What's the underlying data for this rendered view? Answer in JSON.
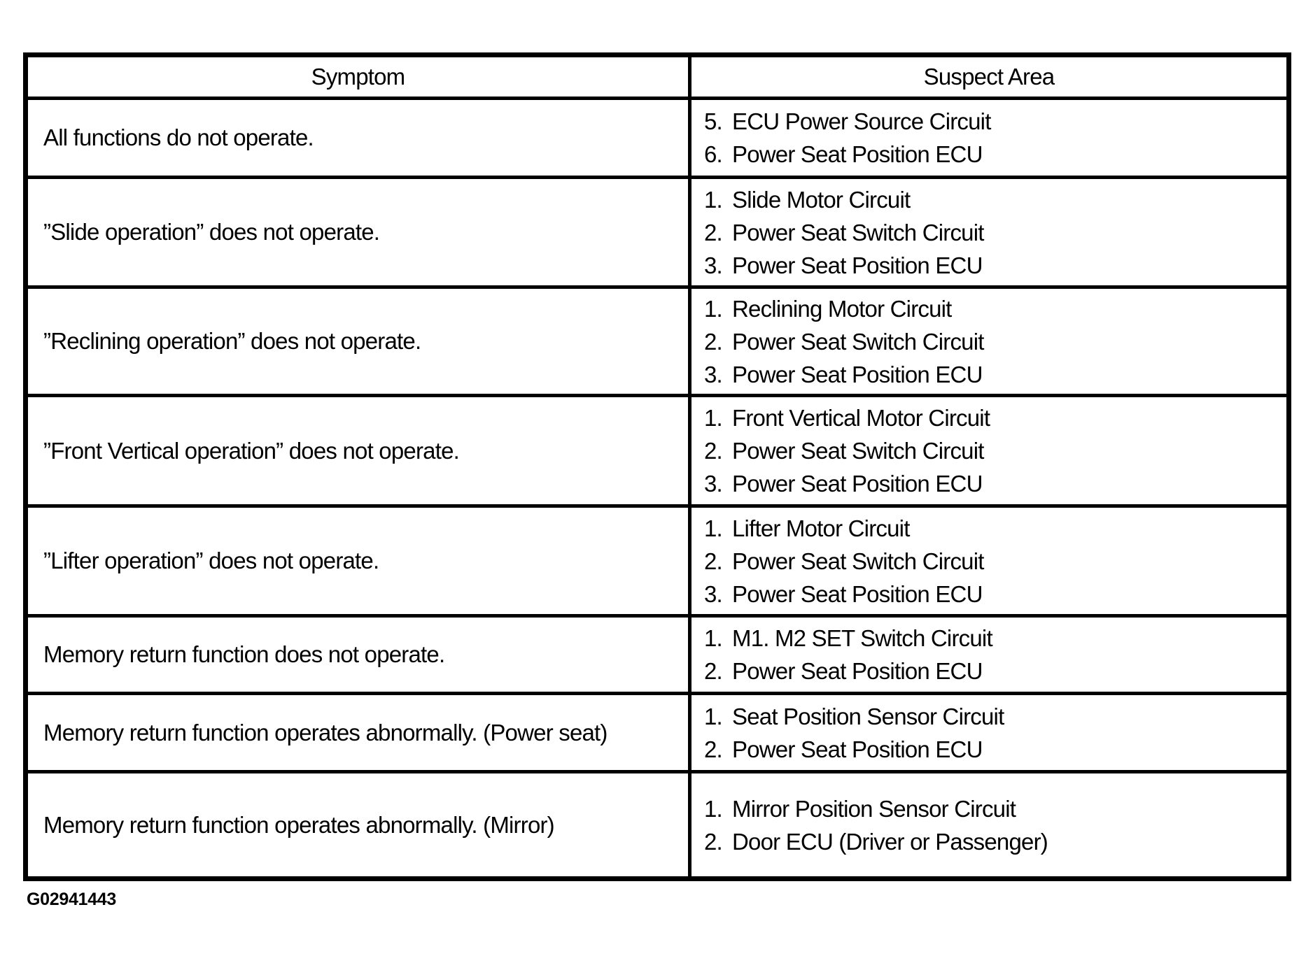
{
  "table": {
    "headers": {
      "symptom": "Symptom",
      "suspect_area": "Suspect Area"
    },
    "rows": [
      {
        "symptom": "All functions do not operate.",
        "suspects": [
          {
            "num": "5.",
            "label": "ECU Power Source Circuit"
          },
          {
            "num": "6.",
            "label": "Power Seat Position ECU"
          }
        ]
      },
      {
        "symptom": "”Slide operation” does not operate.",
        "suspects": [
          {
            "num": "1.",
            "label": "Slide Motor Circuit"
          },
          {
            "num": "2.",
            "label": "Power Seat Switch Circuit"
          },
          {
            "num": "3.",
            "label": "Power Seat Position ECU"
          }
        ]
      },
      {
        "symptom": "”Reclining operation” does not operate.",
        "suspects": [
          {
            "num": "1.",
            "label": "Reclining Motor Circuit"
          },
          {
            "num": "2.",
            "label": "Power Seat Switch Circuit"
          },
          {
            "num": "3.",
            "label": "Power Seat Position ECU"
          }
        ]
      },
      {
        "symptom": "”Front Vertical operation” does not operate.",
        "suspects": [
          {
            "num": "1.",
            "label": "Front Vertical Motor Circuit"
          },
          {
            "num": "2.",
            "label": "Power Seat Switch Circuit"
          },
          {
            "num": "3.",
            "label": "Power Seat Position ECU"
          }
        ]
      },
      {
        "symptom": "”Lifter operation” does not operate.",
        "suspects": [
          {
            "num": "1.",
            "label": "Lifter Motor Circuit"
          },
          {
            "num": "2.",
            "label": "Power Seat Switch Circuit"
          },
          {
            "num": "3.",
            "label": "Power Seat Position ECU"
          }
        ]
      },
      {
        "symptom": "Memory return function does not operate.",
        "suspects": [
          {
            "num": "1.",
            "label": "M1. M2 SET Switch Circuit"
          },
          {
            "num": "2.",
            "label": "Power Seat Position ECU"
          }
        ]
      },
      {
        "symptom": "Memory return function operates abnormally. (Power seat)",
        "suspects": [
          {
            "num": "1.",
            "label": "Seat Position Sensor Circuit"
          },
          {
            "num": "2.",
            "label": "Power Seat Position ECU"
          }
        ]
      },
      {
        "symptom": "Memory return function operates abnormally. (Mirror)",
        "suspects": [
          {
            "num": "1.",
            "label": "Mirror Position Sensor Circuit"
          },
          {
            "num": "2.",
            "label": "Door ECU (Driver or Passenger)"
          }
        ]
      }
    ]
  },
  "footer": {
    "figure_id": "G02941443"
  },
  "colors": {
    "border": "#000000",
    "text": "#000000",
    "background": "#ffffff"
  }
}
